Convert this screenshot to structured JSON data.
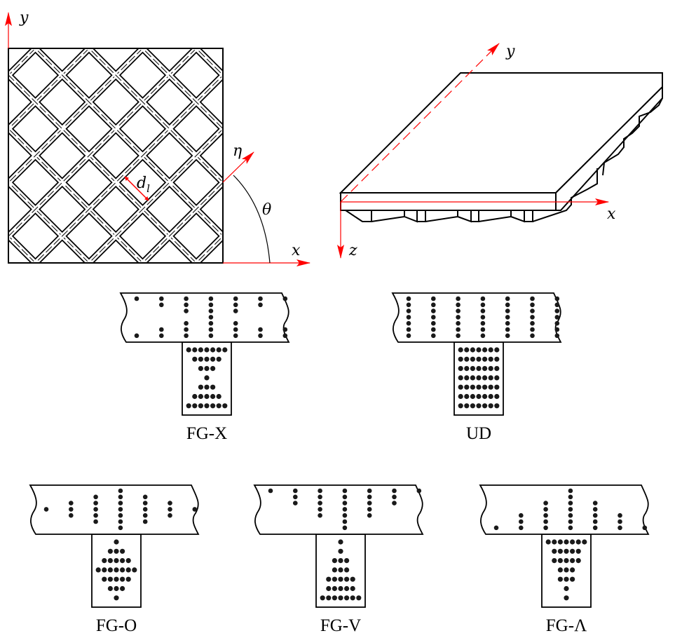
{
  "colors": {
    "axis": "#ff0000",
    "line": "#000000",
    "dot": "#1a1a1a"
  },
  "plan_view": {
    "x_label": "x",
    "y_label": "y",
    "eta_label": "η",
    "theta_label": "θ",
    "dl_label": "d",
    "dl_subscript": "l"
  },
  "iso_view": {
    "x_label": "x",
    "y_label": "y",
    "z_label": "z"
  },
  "sections": [
    {
      "label": "FG-X",
      "flange_columns": [
        [
          0,
          6
        ],
        [
          0,
          1,
          5,
          6
        ],
        [
          0,
          1,
          2,
          4,
          5,
          6
        ],
        [
          0,
          1,
          2,
          3,
          4,
          5,
          6
        ],
        [
          0,
          1,
          2,
          4,
          5,
          6
        ],
        [
          0,
          1,
          5,
          6
        ],
        [
          0,
          5,
          6
        ]
      ],
      "web_rows": [
        7,
        5,
        3,
        1,
        3,
        5,
        7
      ]
    },
    {
      "label": "UD",
      "flange_columns": [
        [
          0,
          1,
          2,
          3,
          4,
          5,
          6
        ],
        [
          0,
          1,
          2,
          3,
          4,
          5,
          6
        ],
        [
          0,
          1,
          2,
          3,
          4,
          5,
          6
        ],
        [
          0,
          1,
          2,
          3,
          4,
          5,
          6
        ],
        [
          0,
          1,
          2,
          3,
          4,
          5,
          6
        ],
        [
          0,
          1,
          2,
          3,
          4,
          5,
          6
        ],
        [
          0,
          1,
          2,
          3,
          4,
          5,
          6
        ]
      ],
      "web_rows": [
        7,
        7,
        7,
        7,
        7,
        7,
        7
      ]
    },
    {
      "label": "FG-O",
      "flange_columns": [
        [
          3
        ],
        [
          2,
          3,
          4
        ],
        [
          1,
          2,
          3,
          4,
          5
        ],
        [
          0,
          1,
          2,
          3,
          4,
          5,
          6
        ],
        [
          1,
          2,
          3,
          4,
          5
        ],
        [
          2,
          3,
          4
        ],
        [
          3
        ]
      ],
      "web_rows": [
        1,
        3,
        5,
        7,
        5,
        3,
        1
      ]
    },
    {
      "label": "FG-V",
      "flange_columns": [
        [
          0
        ],
        [
          0,
          1,
          2
        ],
        [
          0,
          1,
          2,
          3,
          4
        ],
        [
          0,
          1,
          2,
          3,
          4,
          5,
          6
        ],
        [
          0,
          1,
          2,
          3,
          4
        ],
        [
          0,
          1,
          2
        ],
        [
          0
        ]
      ],
      "web_rows": [
        1,
        1,
        3,
        3,
        5,
        5,
        7
      ]
    },
    {
      "label": "FG-Λ",
      "flange_columns": [
        [
          6
        ],
        [
          4,
          5,
          6
        ],
        [
          2,
          3,
          4,
          5,
          6
        ],
        [
          0,
          1,
          2,
          3,
          4,
          5,
          6
        ],
        [
          2,
          3,
          4,
          5,
          6
        ],
        [
          4,
          5,
          6
        ],
        [
          6
        ]
      ],
      "web_rows": [
        7,
        5,
        5,
        3,
        3,
        1,
        1
      ]
    }
  ]
}
